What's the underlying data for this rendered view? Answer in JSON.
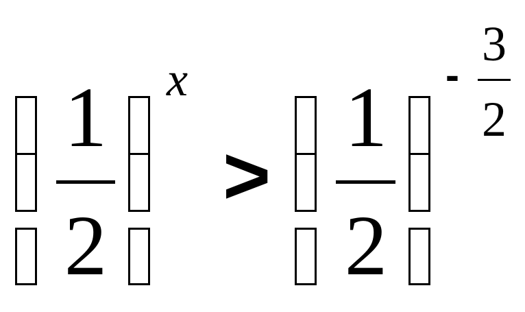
{
  "expression": {
    "left": {
      "numerator": "1",
      "denominator": "2",
      "exponent": "x"
    },
    "relation": ">",
    "right": {
      "numerator": "1",
      "denominator": "2",
      "exponent": {
        "sign": "-",
        "numerator": "3",
        "denominator": "2"
      }
    }
  },
  "colors": {
    "ink": "#000000",
    "background": "#ffffff"
  }
}
